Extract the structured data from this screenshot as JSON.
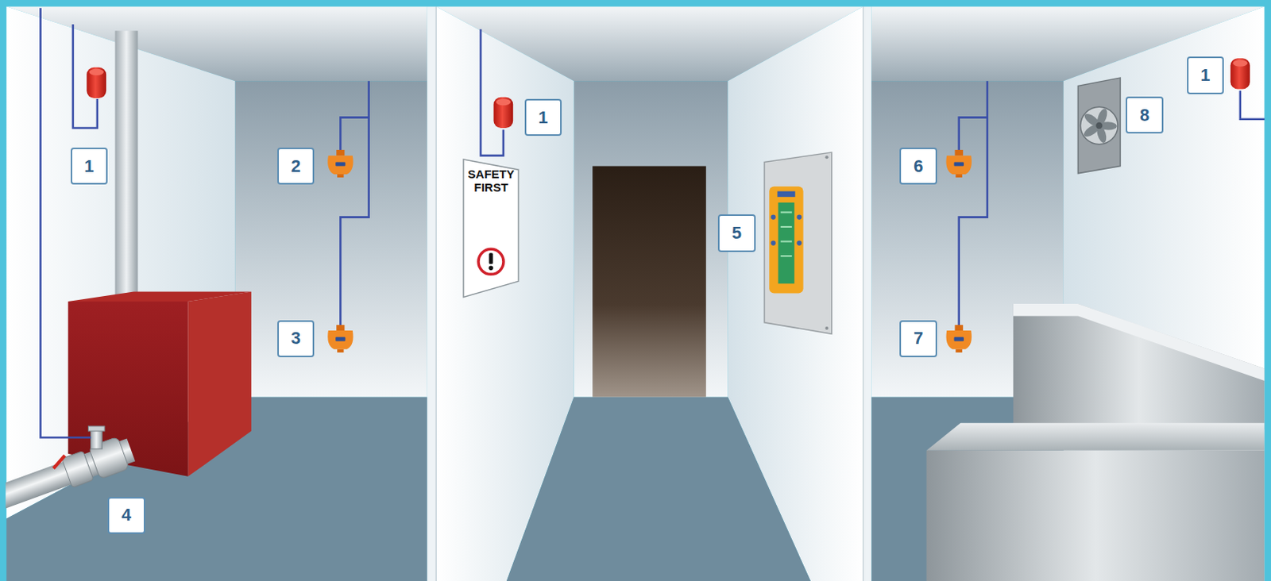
{
  "diagram": {
    "nodes": [
      {
        "text": [
          "SAFETY FIRST"
        ]
      }
    ],
    "labels": [
      "1",
      "2",
      "3",
      "4",
      "1",
      "5",
      "6",
      "7",
      "1",
      "8"
    ]
  }
}
